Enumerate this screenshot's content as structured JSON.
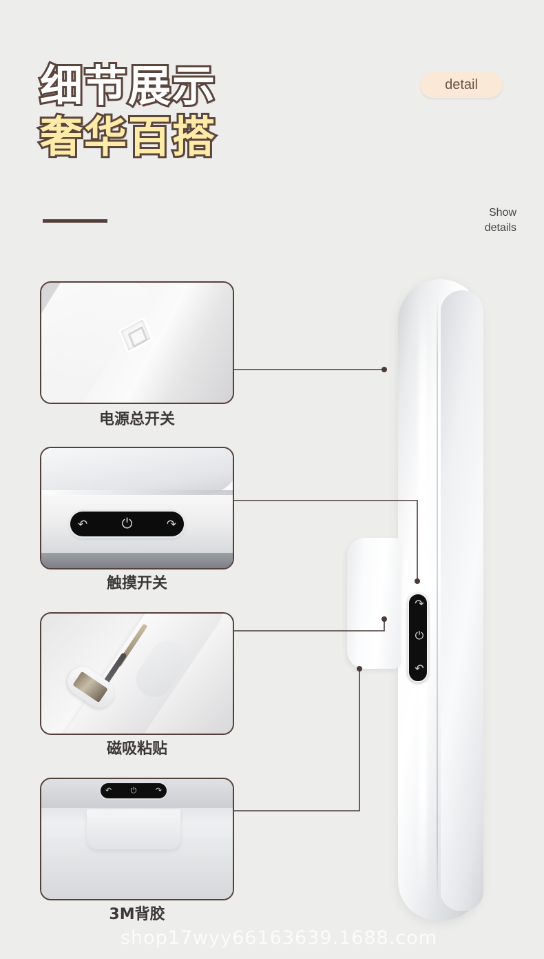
{
  "header": {
    "title_line_1": "细节展示",
    "title_line_2": "奢华百搭",
    "badge_label": "detail",
    "show_details_line_1": "Show",
    "show_details_line_2": "details"
  },
  "colors": {
    "background": "#ededec",
    "title_outline": "#5a453c",
    "title_fill_1": "#ffffff",
    "title_fill_2": "#fdeca8",
    "badge_bg": "#fbe9d8",
    "badge_text": "#6b5244",
    "rule": "#54403a",
    "card_border": "#54403a",
    "label_text": "#3b3836",
    "connector": "#4a3b38"
  },
  "cards": [
    {
      "label": "电源总开关",
      "photo": "power-main-switch-closeup"
    },
    {
      "label": "触摸开关",
      "photo": "touch-switch-closeup"
    },
    {
      "label": "磁吸粘贴",
      "photo": "magnetic-mount-closeup"
    },
    {
      "label": "3M背胶",
      "photo": "3m-adhesive-backing-closeup"
    }
  ],
  "product": {
    "name": "led-light-bar-side-view",
    "touch_icons": [
      "↷",
      "⏻",
      "↶"
    ]
  },
  "touch_panel_icons": {
    "left_arrow": "↶",
    "power": "⏻",
    "right_arrow": "↷"
  },
  "watermark": "shop17wyy66163639.1688.com"
}
